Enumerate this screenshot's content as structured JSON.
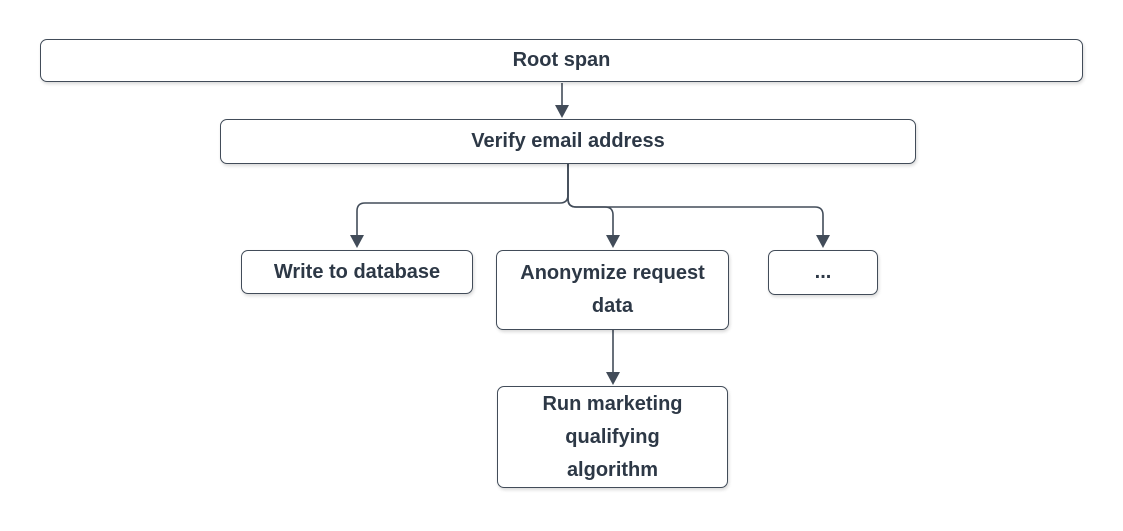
{
  "diagram": {
    "type": "flowchart",
    "background": "#ffffff",
    "colors": {
      "node_fill": "#ffffff",
      "node_border": "#424c59",
      "connector": "#424c59",
      "text": "#2d3846"
    },
    "nodes": [
      {
        "id": "root-span",
        "label": "Root span"
      },
      {
        "id": "verify-email",
        "label": "Verify email address"
      },
      {
        "id": "write-db",
        "label": "Write to database"
      },
      {
        "id": "anonymize",
        "label": "Anonymize request\ndata"
      },
      {
        "id": "ellipsis",
        "label": "..."
      },
      {
        "id": "run-marketing",
        "label": "Run marketing\nqualifying\nalgorithm"
      }
    ],
    "edges": [
      {
        "from": "root-span",
        "to": "verify-email"
      },
      {
        "from": "verify-email",
        "to": "write-db"
      },
      {
        "from": "verify-email",
        "to": "anonymize"
      },
      {
        "from": "verify-email",
        "to": "ellipsis"
      },
      {
        "from": "anonymize",
        "to": "run-marketing"
      }
    ]
  }
}
